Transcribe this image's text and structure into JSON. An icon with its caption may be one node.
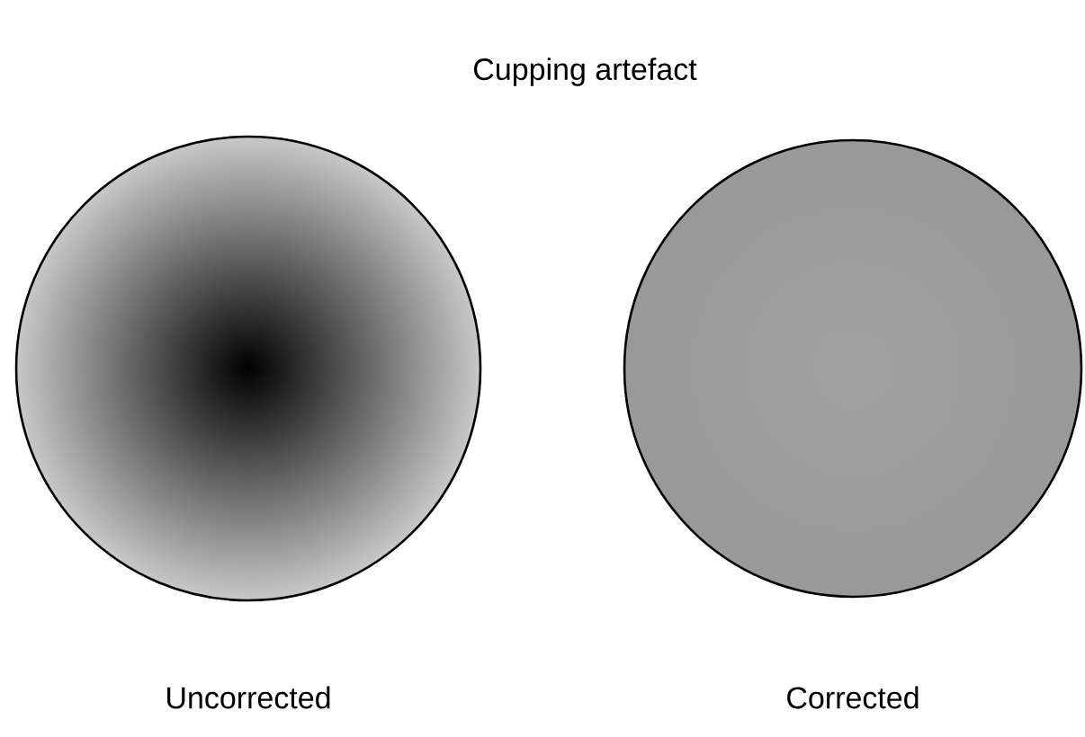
{
  "diagram": {
    "title": "Cupping artefact",
    "nodes": [
      {
        "text": [],
        "shape": "circle",
        "beside": [
          "Uncorrected"
        ]
      },
      {
        "text": [],
        "shape": "circle",
        "beside": [
          "Corrected"
        ]
      }
    ]
  }
}
